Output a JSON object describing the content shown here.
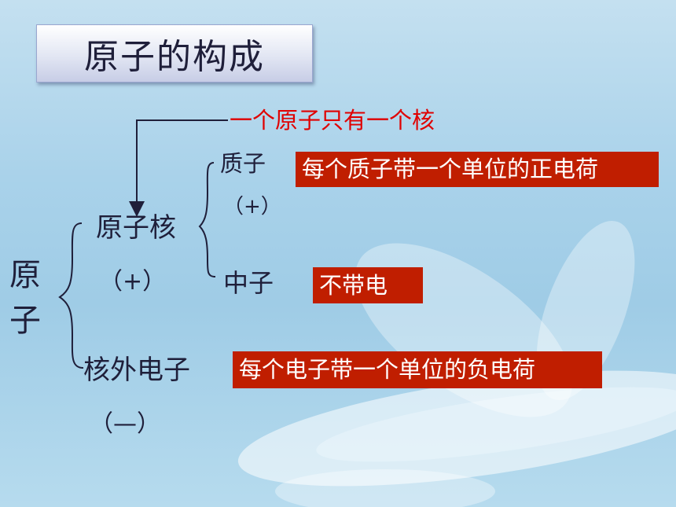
{
  "title": "原子的构成",
  "root": {
    "char1": "原",
    "char2": "子"
  },
  "nucleus": {
    "label": "原子核",
    "charge": "（+）"
  },
  "electron": {
    "label": "核外电子",
    "charge": "（—）"
  },
  "proton": {
    "label": "质子",
    "charge": "（+）"
  },
  "neutron": {
    "label": "中子"
  },
  "note_one_nucleus": "一个原子只有一个核",
  "notes": {
    "proton": "每个质子带一个单位的正电荷",
    "neutron": "不带电",
    "electron": "每个电子带一个单位的负电荷"
  },
  "colors": {
    "box_bg": "#c01e00",
    "red_text": "#e00000",
    "text": "#1f1f3a"
  }
}
